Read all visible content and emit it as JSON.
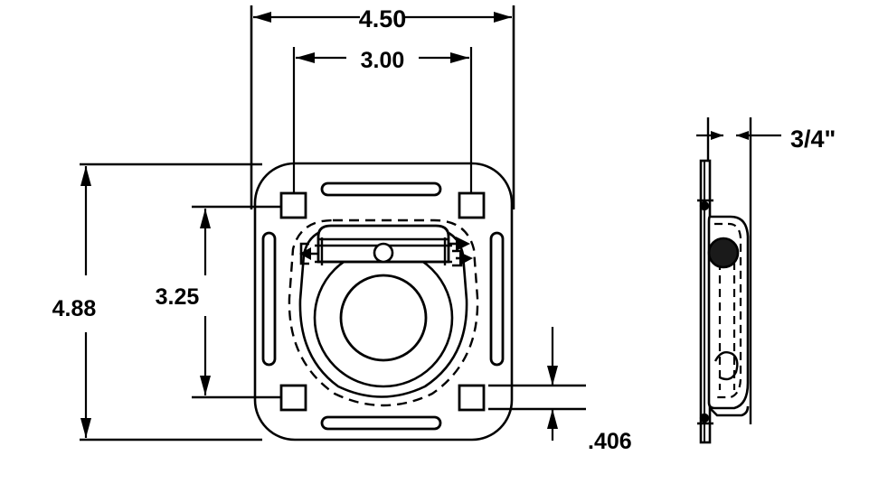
{
  "drawing": {
    "title": "Rope ring / D-ring anchor plate engineering drawing",
    "line_color": "#000000",
    "background_color": "#ffffff",
    "views": [
      {
        "name": "front-view",
        "label": ""
      },
      {
        "name": "side-view",
        "label": ""
      }
    ],
    "dimensions": {
      "overall_width": {
        "name": "dimension-4-50",
        "value": "4.50",
        "unit": "in",
        "orientation": "horizontal",
        "view": "front-view"
      },
      "bolt_hole_spacing_horizontal": {
        "name": "dimension-3-00",
        "value": "3.00",
        "unit": "in",
        "orientation": "horizontal",
        "view": "front-view"
      },
      "overall_height": {
        "name": "dimension-4-88",
        "value": "4.88",
        "unit": "in",
        "orientation": "vertical",
        "view": "front-view"
      },
      "bolt_hole_spacing_vertical": {
        "name": "dimension-3-25",
        "value": "3.25",
        "unit": "in",
        "orientation": "vertical",
        "view": "front-view"
      },
      "bolt_hole_size": {
        "name": "dimension-406",
        "value": ".406",
        "unit": "in",
        "orientation": "vertical",
        "view": "front-view"
      },
      "plate_thickness": {
        "name": "dimension-three-quarter-inch",
        "value": "3/4\"",
        "unit": "in",
        "orientation": "horizontal",
        "view": "side-view"
      }
    },
    "features": {
      "square_bolt_holes": 4,
      "vertical_slots": 2,
      "horizontal_slots": 2,
      "center_ring": "recessed rope ring",
      "latch_bar": "pull bar with arrows"
    }
  }
}
